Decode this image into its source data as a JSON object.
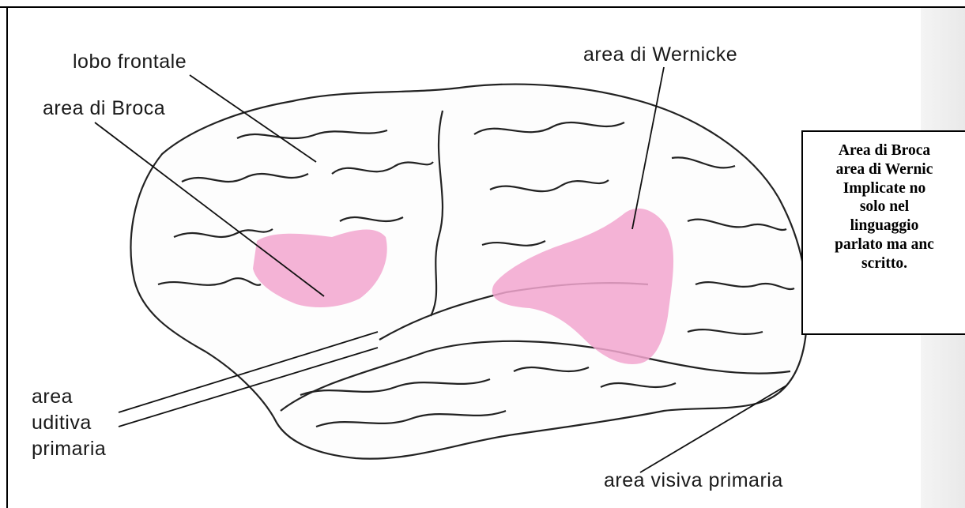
{
  "labels": {
    "frontal_lobe": "lobo frontale",
    "broca": "area di Broca",
    "wernicke": "area di Wernicke",
    "auditory": "area\nuditiva\nprimaria",
    "visual": "area visiva primaria"
  },
  "note": {
    "text": "Area di Broca\narea di Wernic\nImplicate no\nsolo nel\nlinguaggio\nparlato ma anc\nscritto."
  },
  "colors": {
    "language_area_fill": "#f2a6cf",
    "outline": "#222222",
    "border": "#000000"
  }
}
